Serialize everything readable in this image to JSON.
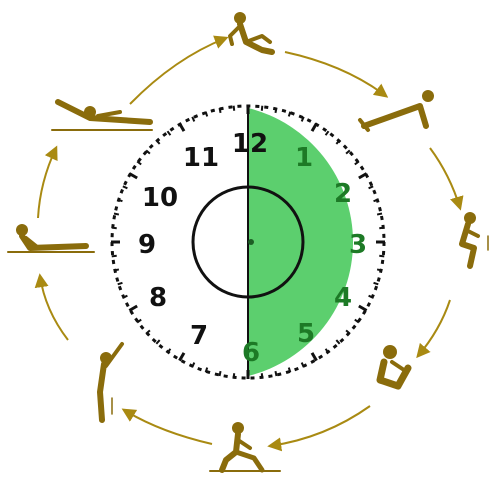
{
  "clock": {
    "numbers": [
      "12",
      "1",
      "2",
      "3",
      "4",
      "5",
      "6",
      "7",
      "8",
      "9",
      "10",
      "11"
    ],
    "highlighted_half": "right",
    "highlight_color": "#5ccf6e",
    "number_color_dark": "#111111",
    "number_color_green": "#1d7a26"
  },
  "cycle": {
    "arrow_color": "#a98a12",
    "figure_color": "#8a6c0c",
    "steps": [
      {
        "pose": "sitting-stretch-figure-icon"
      },
      {
        "pose": "push-up-figure-icon"
      },
      {
        "pose": "squat-figure-icon"
      },
      {
        "pose": "tuck-sit-figure-icon"
      },
      {
        "pose": "kneeling-figure-icon"
      },
      {
        "pose": "standing-reach-figure-icon"
      },
      {
        "pose": "cobra-figure-icon"
      },
      {
        "pose": "lying-figure-icon"
      }
    ]
  }
}
